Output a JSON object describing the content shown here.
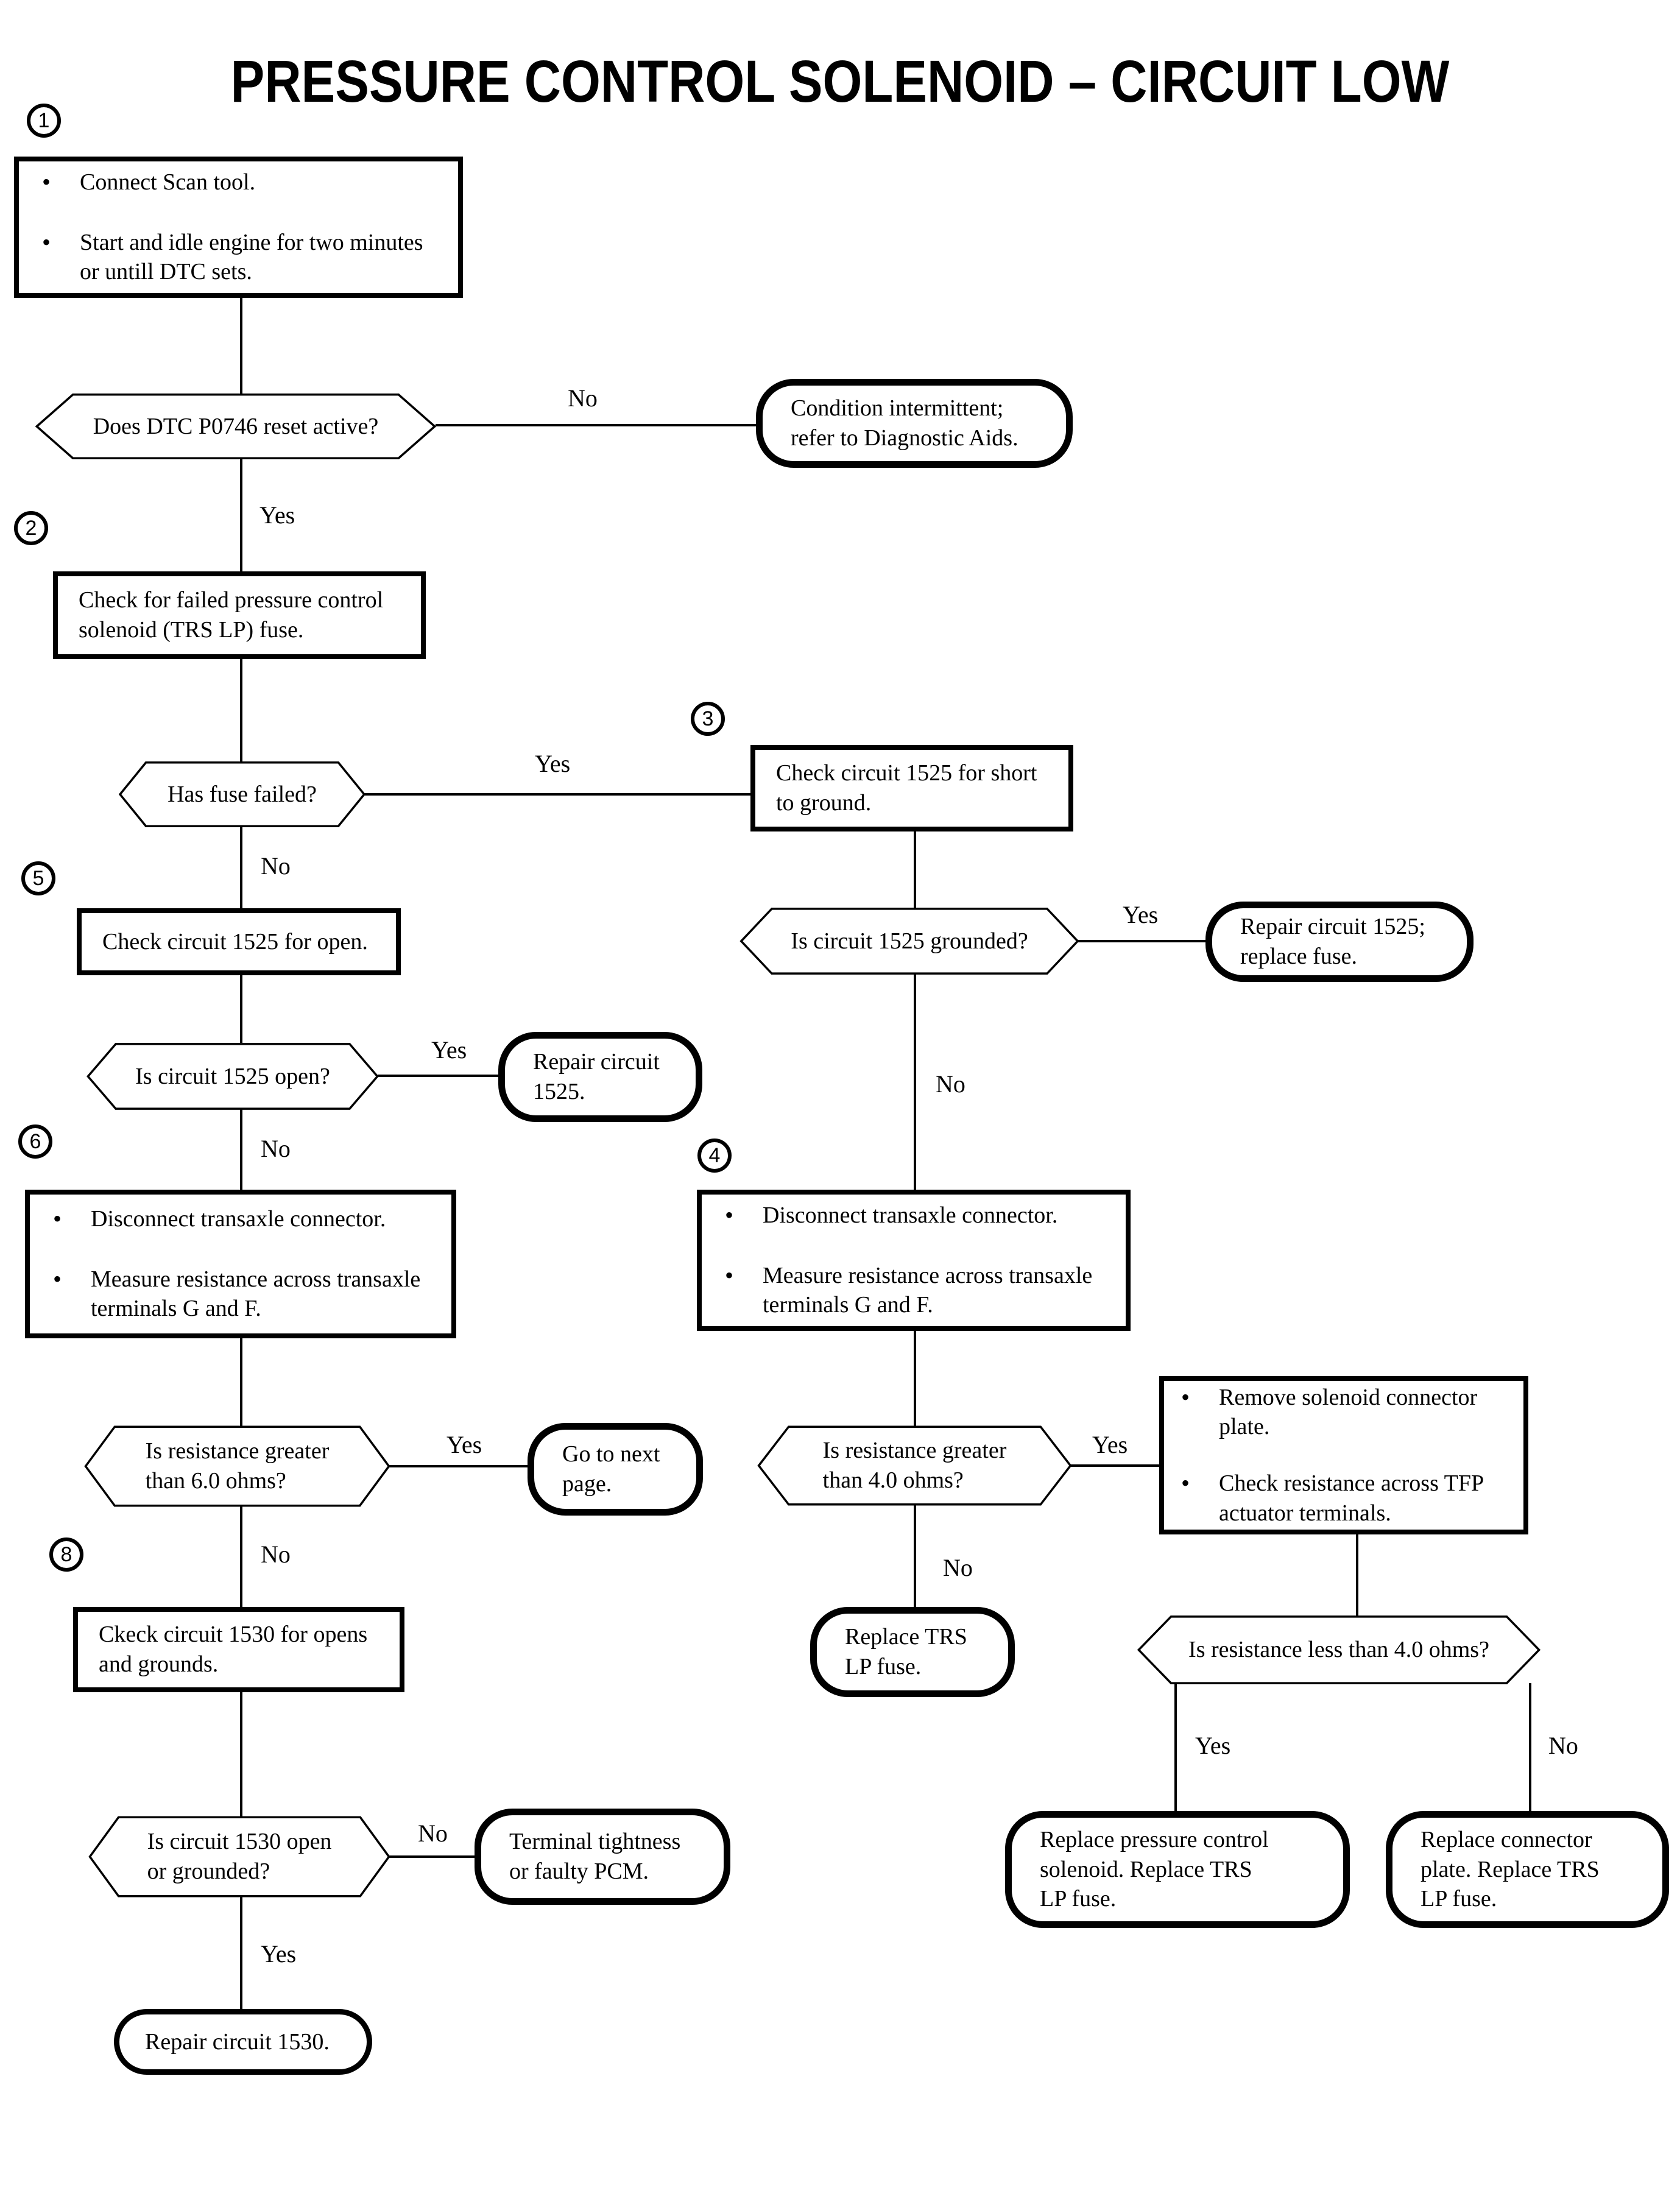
{
  "title": "PRESSURE CONTROL SOLENOID – CIRCUIT LOW",
  "labels": {
    "yes": "Yes",
    "no": "No"
  },
  "icons": {
    "bullet": "•"
  },
  "steps": {
    "s1": "1",
    "s2": "2",
    "s3": "3",
    "s4": "4",
    "s5": "5",
    "s6": "6",
    "s8": "8"
  },
  "nodes": {
    "start": {
      "bullets": [
        "Connect Scan tool.",
        "Start and idle engine for two minutes\nor untill DTC sets."
      ]
    },
    "dtc_reset": "Does DTC P0746 reset active?",
    "condition_intermittent": "Condition intermittent;\nrefer to Diagnostic Aids.",
    "check_fuse": "Check for failed pressure control\nsolenoid (TRS LP) fuse.",
    "has_fuse_failed": "Has fuse failed?",
    "check_1525_short": "Check circuit 1525 for short\nto ground.",
    "check_1525_open": "Check circuit 1525 for open.",
    "is_1525_grounded": "Is circuit 1525 grounded?",
    "repair_1525_fuse": "Repair circuit 1525;\nreplace fuse.",
    "is_1525_open": "Is circuit 1525 open?",
    "repair_1525": "Repair circuit\n1525.",
    "disconnect": {
      "bullets": [
        "Disconnect transaxle connector.",
        "Measure resistance across transaxle\nterminals G and F."
      ]
    },
    "res_gt_6": "Is resistance greater\nthan 6.0 ohms?",
    "go_next_page": "Go to next\npage.",
    "res_gt_4": "Is resistance greater\nthan 4.0 ohms?",
    "remove_plate": {
      "bullets": [
        "Remove solenoid connector\nplate.",
        "Check resistance across TFP\nactuator terminals."
      ]
    },
    "check_1530": "Ckeck circuit 1530 for opens\nand grounds.",
    "replace_trs_fuse": "Replace TRS\nLP fuse.",
    "res_lt_4": "Is resistance less than 4.0 ohms?",
    "replace_solenoid": "Replace pressure control\nsolenoid. Replace TRS\nLP fuse.",
    "replace_plate": "Replace connector\nplate. Replace TRS\nLP fuse.",
    "is_1530_open": "Is circuit 1530 open\nor grounded?",
    "terminal_tightness": "Terminal tightness\nor faulty PCM.",
    "repair_1530": "Repair circuit 1530."
  }
}
